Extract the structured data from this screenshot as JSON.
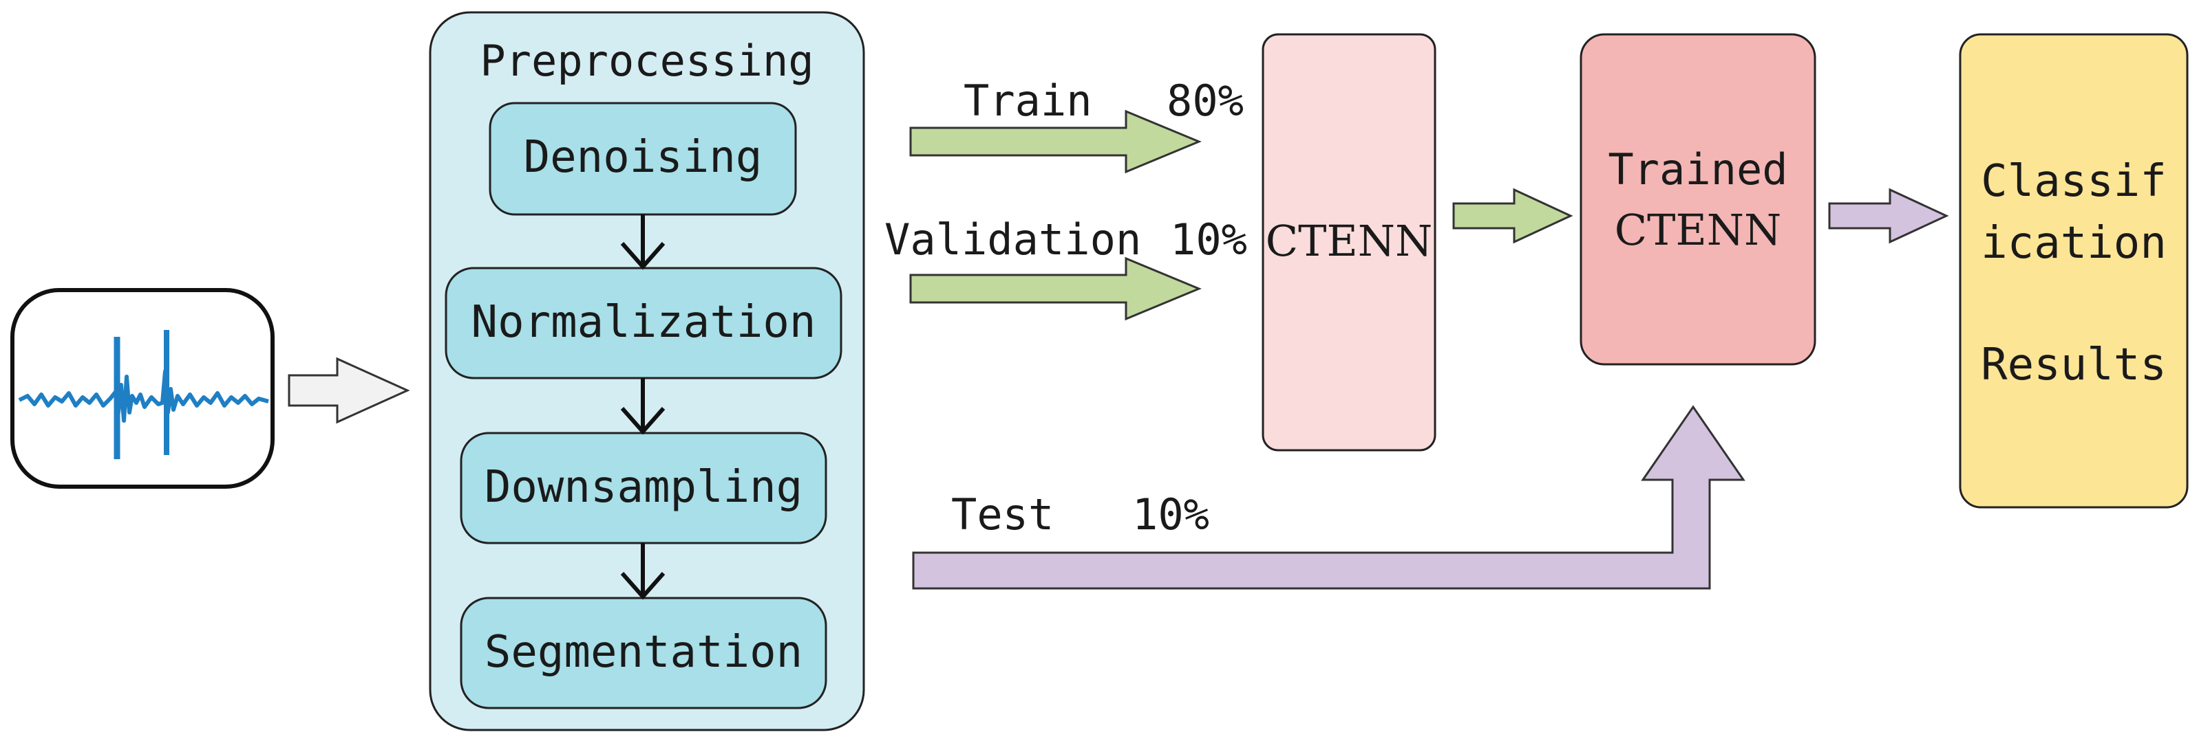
{
  "preprocessing": {
    "title": "Preprocessing",
    "steps": [
      "Denoising",
      "Normalization",
      "Downsampling",
      "Segmentation"
    ]
  },
  "splits": {
    "train": {
      "label": "Train",
      "percent": "80%"
    },
    "validation": {
      "label": "Validation",
      "percent": "10%"
    },
    "test": {
      "label": "Test",
      "percent": "10%"
    }
  },
  "model": {
    "label": "CTENN"
  },
  "trained_model": {
    "line1": "Trained",
    "line2": "CTENN"
  },
  "results": {
    "line1": "Classif",
    "line2": "ication",
    "line3": "Results"
  },
  "colors": {
    "preprocessing_panel": "#d4edf2",
    "step_box": "#a8dfe8",
    "model_box": "#fadcdc",
    "trained_box": "#f3b6b4",
    "results_box": "#fde596",
    "green_arrow": "#c2d99e",
    "purple_arrow": "#d4c3de",
    "input_arrow": "#f2f2f2",
    "signal": "#1f7fc4"
  },
  "icons": [
    "signal-waveform-icon"
  ]
}
